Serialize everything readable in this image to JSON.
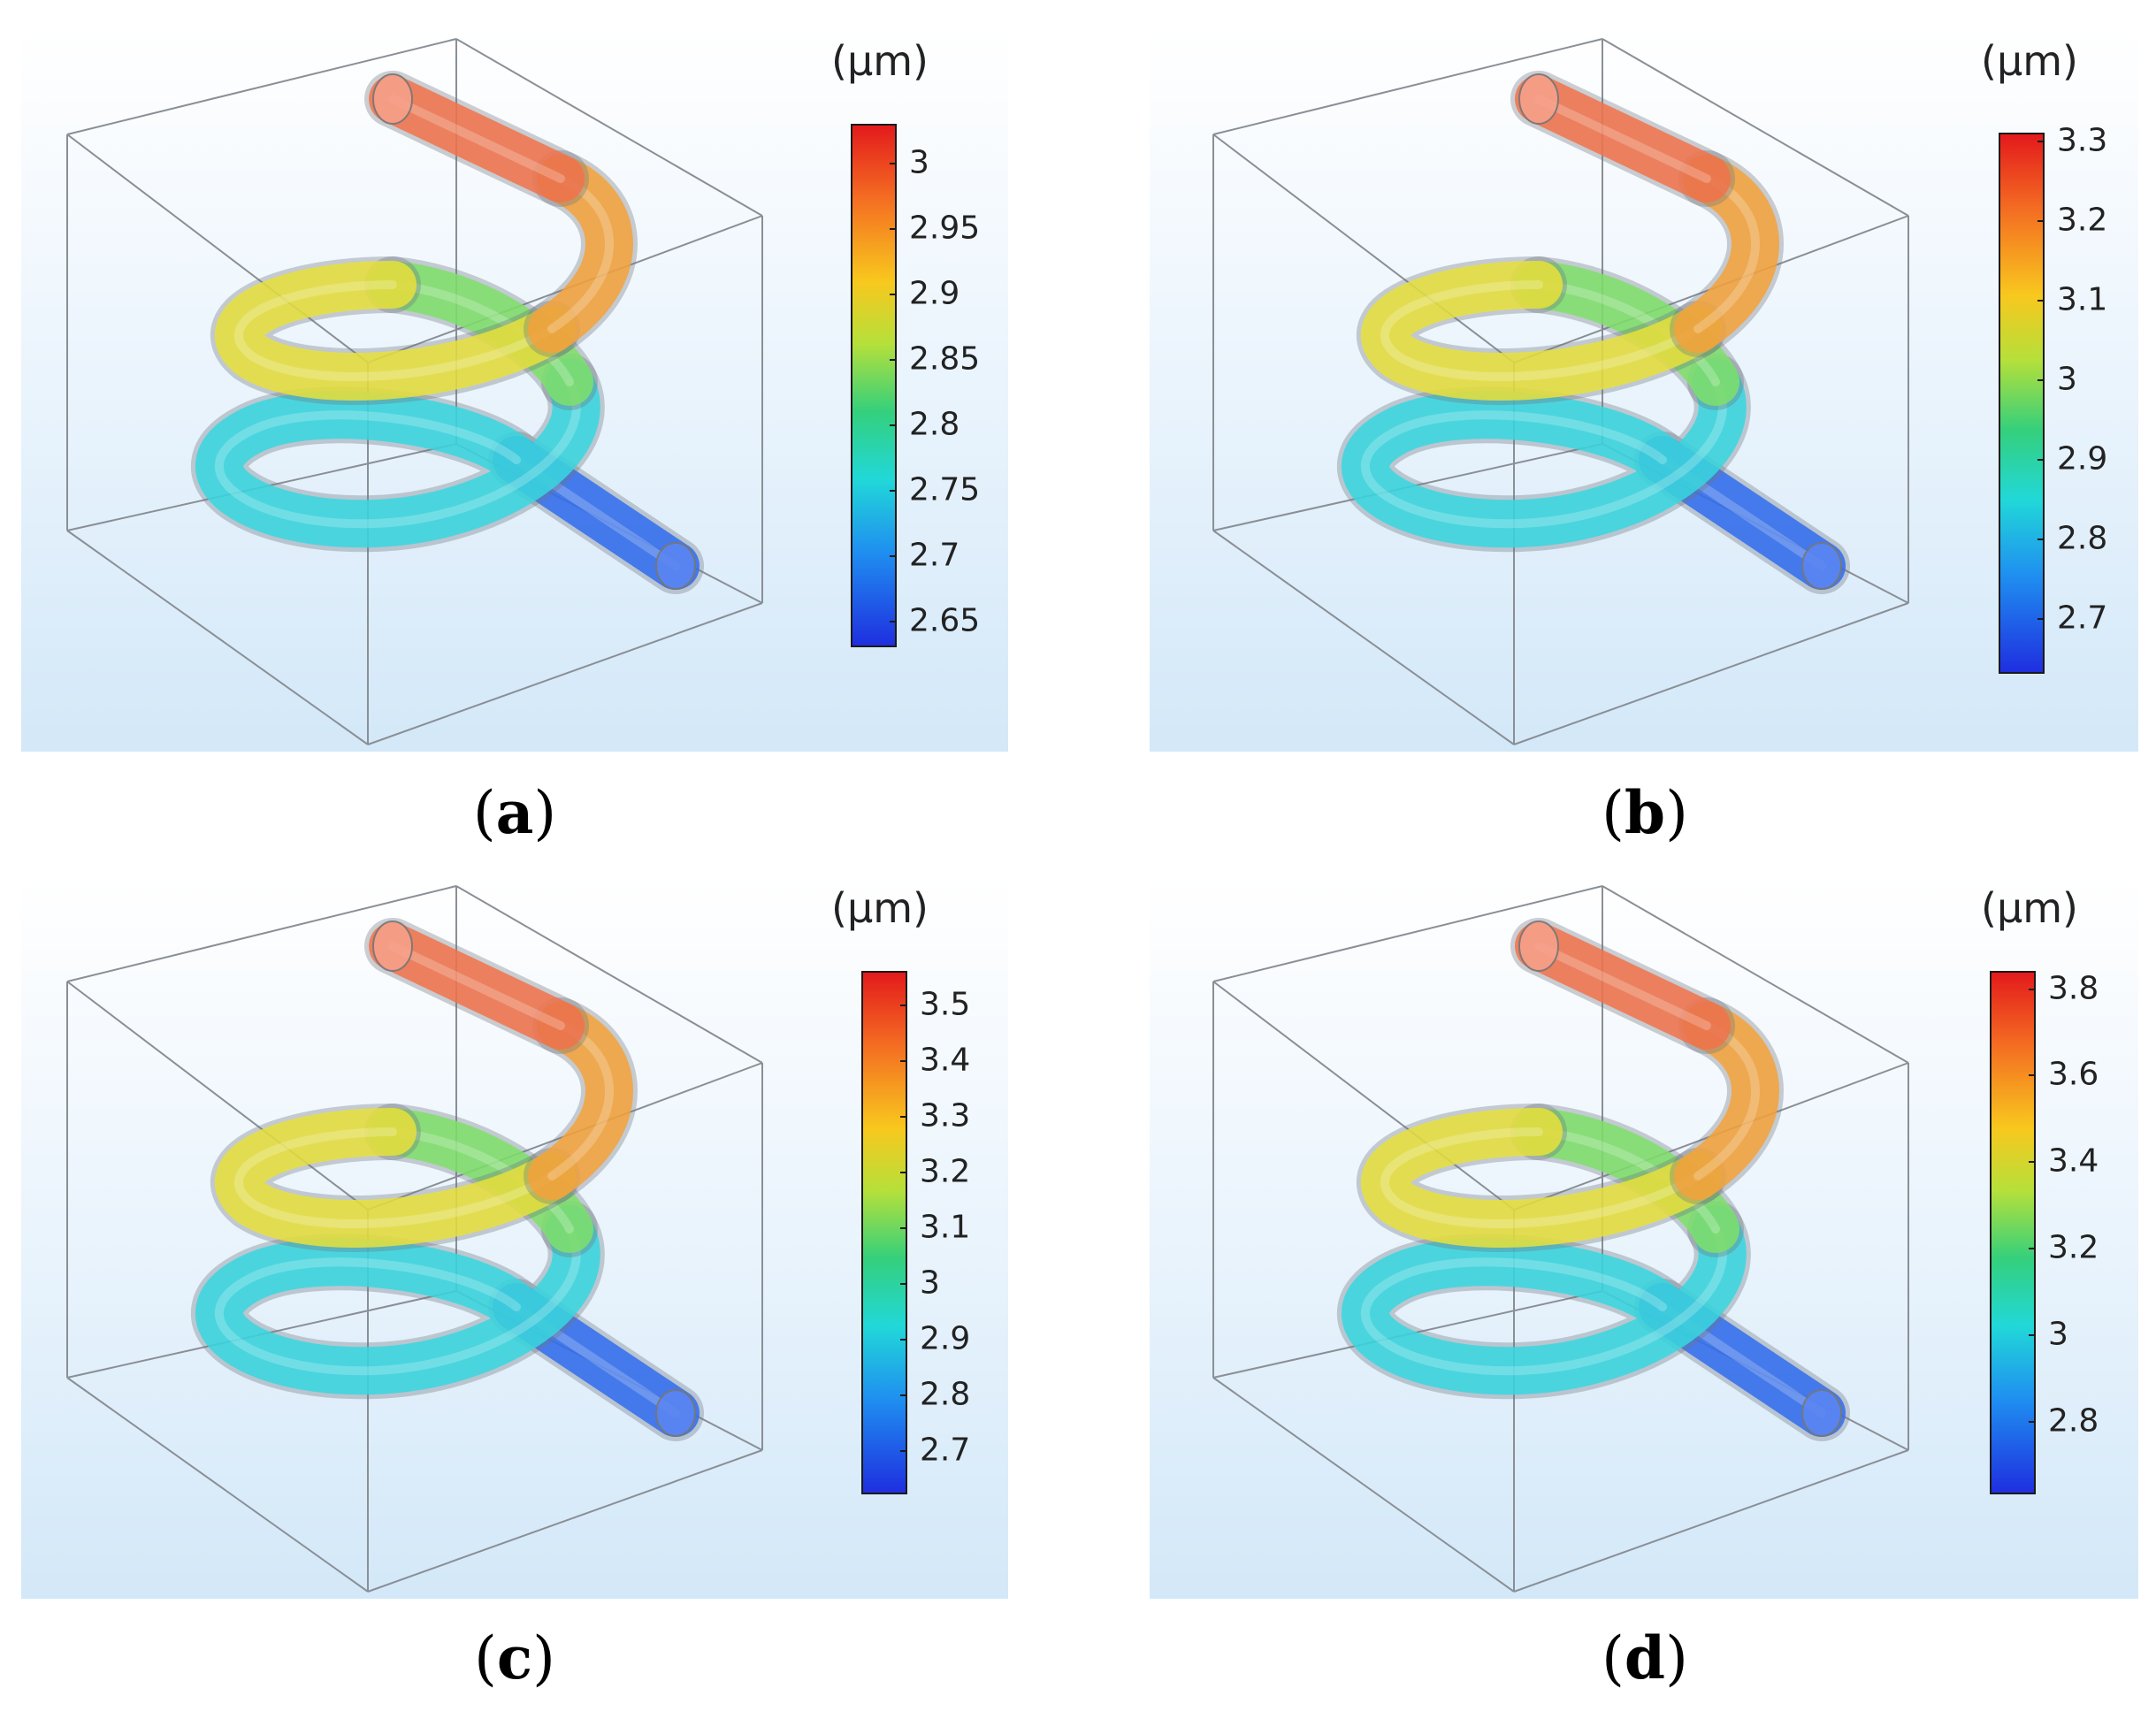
{
  "panels": [
    {
      "id": "a",
      "caption": "a",
      "unit": "(µm)",
      "ticks": [
        "3",
        "2.95",
        "2.9",
        "2.85",
        "2.8",
        "2.75",
        "2.7",
        "2.65"
      ],
      "color_min": 2.63,
      "color_max": 3.03
    },
    {
      "id": "b",
      "caption": "b",
      "unit": "(µm)",
      "ticks": [
        "3.3",
        "3.2",
        "3.1",
        "3",
        "2.9",
        "2.8",
        "2.7"
      ],
      "color_min": 2.63,
      "color_max": 3.31
    },
    {
      "id": "c",
      "caption": "c",
      "unit": "(µm)",
      "ticks": [
        "3.5",
        "3.4",
        "3.3",
        "3.2",
        "3.1",
        "3",
        "2.9",
        "2.8",
        "2.7"
      ],
      "color_min": 2.62,
      "color_max": 3.56
    },
    {
      "id": "d",
      "caption": "d",
      "unit": "(µm)",
      "ticks": [
        "3.8",
        "3.6",
        "3.4",
        "3.2",
        "3",
        "2.8"
      ],
      "color_min": 2.63,
      "color_max": 3.84
    }
  ],
  "colors": {
    "tube_blue": "#2f6cf0",
    "tube_cyan": "#36d7e0",
    "tube_green": "#7ee06a",
    "tube_yellow": "#e8e03a",
    "tube_orange": "#f5a23a",
    "tube_red": "#f2724a"
  }
}
